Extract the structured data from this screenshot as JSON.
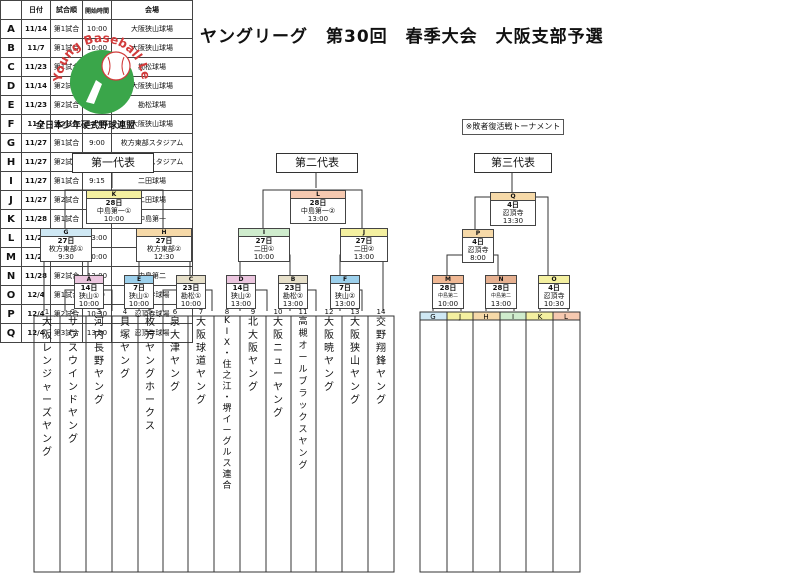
{
  "title": "ヤングリーグ　第30回　春季大会　大阪支部予選",
  "logo": {
    "arc_text": "Young Baseball League",
    "org": "全日本少年硬式野球連盟"
  },
  "note": "※敗者復活戦トーナメント",
  "reps": [
    "第一代表",
    "第二代表",
    "第三代表"
  ],
  "matches": {
    "K": {
      "letter": "K",
      "date": "28日",
      "venue": "中島第一",
      "result": "①",
      "time": "10:00"
    },
    "L": {
      "letter": "L",
      "date": "28日",
      "venue": "中島第一",
      "result": "②",
      "time": "13:00"
    },
    "Q": {
      "letter": "Q",
      "date": "4日",
      "venue": "忍頂寺",
      "result": "",
      "time": "13:30"
    },
    "G": {
      "letter": "G",
      "date": "27日",
      "venue": "枚方東部",
      "result": "①",
      "time": "9:30"
    },
    "H": {
      "letter": "H",
      "date": "27日",
      "venue": "枚方東部",
      "result": "②",
      "time": "12:30"
    },
    "I": {
      "letter": "I",
      "date": "27日",
      "venue": "二田",
      "result": "①",
      "time": "10:00"
    },
    "J": {
      "letter": "J",
      "date": "27日",
      "venue": "二田",
      "result": "②",
      "time": "13:00"
    },
    "P": {
      "letter": "P",
      "date": "4日",
      "venue": "忍頂寺",
      "result": "",
      "time": "8:00"
    },
    "A": {
      "letter": "A",
      "date": "14日",
      "venue": "狭山",
      "result": "①",
      "time": "10:00"
    },
    "E": {
      "letter": "E",
      "date": "7日",
      "venue": "狭山",
      "result": "①",
      "time": "10:00"
    },
    "C": {
      "letter": "C",
      "date": "23日",
      "venue": "勘松",
      "result": "①",
      "time": "10:00"
    },
    "D": {
      "letter": "D",
      "date": "14日",
      "venue": "狭山",
      "result": "②",
      "time": "13:00"
    },
    "B": {
      "letter": "B",
      "date": "23日",
      "venue": "勘松",
      "result": "②",
      "time": "13:00"
    },
    "F": {
      "letter": "F",
      "date": "7日",
      "venue": "狭山",
      "result": "②",
      "time": "13:00"
    },
    "M": {
      "letter": "M",
      "date": "28日",
      "venue": "中島第二",
      "result": "",
      "time": "10:00"
    },
    "N": {
      "letter": "N",
      "date": "28日",
      "venue": "中島第二",
      "result": "",
      "time": "13:00"
    },
    "O": {
      "letter": "O",
      "date": "4日",
      "venue": "忍頂寺",
      "result": "",
      "time": "10:30"
    }
  },
  "consolation_slots": [
    "G",
    "J",
    "H",
    "I",
    "K",
    "L"
  ],
  "team_numbers": [
    "1",
    "2",
    "3",
    "4",
    "5",
    "6",
    "7",
    "8",
    "9",
    "10",
    "11",
    "12",
    "13",
    "14"
  ],
  "teams": [
    "大阪レンジャーズヤング",
    "サウスウインドヤング",
    "河内長野ヤング",
    "貝塚ヤング",
    "枚方ヤングホークス",
    "泉大津ヤング",
    "大阪球道ヤング",
    "KIX・住之江・堺イーグルス連合",
    "北大阪ヤング",
    "大阪ニューヤング",
    "高槻オールブラックスヤング",
    "大阪暁ヤング",
    "大阪狭山ヤング",
    "交野翔鋒ヤング"
  ],
  "schedule": {
    "headers": [
      "日付",
      "試合順",
      "開始時間",
      "会場"
    ],
    "rows": [
      [
        "A",
        "11/14",
        "第1試合",
        "10:00",
        "大阪狭山球場"
      ],
      [
        "B",
        "11/7",
        "第1試合",
        "10:00",
        "大阪狭山球場"
      ],
      [
        "C",
        "11/23",
        "第1試合",
        "10:00",
        "勘松球場"
      ],
      [
        "D",
        "11/14",
        "第2試合",
        "13:00",
        "大阪狭山球場"
      ],
      [
        "E",
        "11/23",
        "第2試合",
        "13:00",
        "勘松球場"
      ],
      [
        "F",
        "11/7",
        "第2試合",
        "13:00",
        "大阪狭山球場"
      ],
      [
        "G",
        "11/27",
        "第1試合",
        "9:00",
        "枚方東部スタジアム"
      ],
      [
        "H",
        "11/27",
        "第2試合",
        "11:30",
        "枚方東部スタジアム"
      ],
      [
        "I",
        "11/27",
        "第1試合",
        "9:15",
        "二田球場"
      ],
      [
        "J",
        "11/27",
        "第2試合",
        "12:00",
        "二田球場"
      ],
      [
        "K",
        "11/28",
        "第1試合",
        "10:00",
        "中島第一"
      ],
      [
        "L",
        "11/28",
        "第2試合",
        "13:00",
        "中島第一"
      ],
      [
        "M",
        "11/28",
        "第1試合",
        "10:00",
        "中島第二"
      ],
      [
        "N",
        "11/28",
        "第2試合",
        "13:00",
        "中島第二"
      ],
      [
        "O",
        "12/4",
        "第1試合",
        "8:00",
        "忍頂寺球場"
      ],
      [
        "P",
        "12/4",
        "第2試合",
        "10:30",
        "忍頂寺球場"
      ],
      [
        "Q",
        "12/4",
        "第3試合",
        "13:30",
        "忍頂寺球場"
      ]
    ]
  },
  "colors": {
    "K": "#f4f0a0",
    "L": "#f6c9b0",
    "Q": "#f6d9a8",
    "G": "#cfe8f4",
    "H": "#f6d9a8",
    "I": "#cfeccd",
    "J": "#f4f0a0",
    "P": "#f6d9a8",
    "A": "#ecc6df",
    "E": "#9cd0ec",
    "C": "#e6dfc9",
    "D": "#ecc6df",
    "B": "#e6dfc9",
    "F": "#9cd0ec",
    "M": "#f0b894",
    "N": "#e6b090",
    "O": "#f4f0a0",
    "logo_green": "#3aa64a",
    "logo_red": "#d23a3a"
  }
}
